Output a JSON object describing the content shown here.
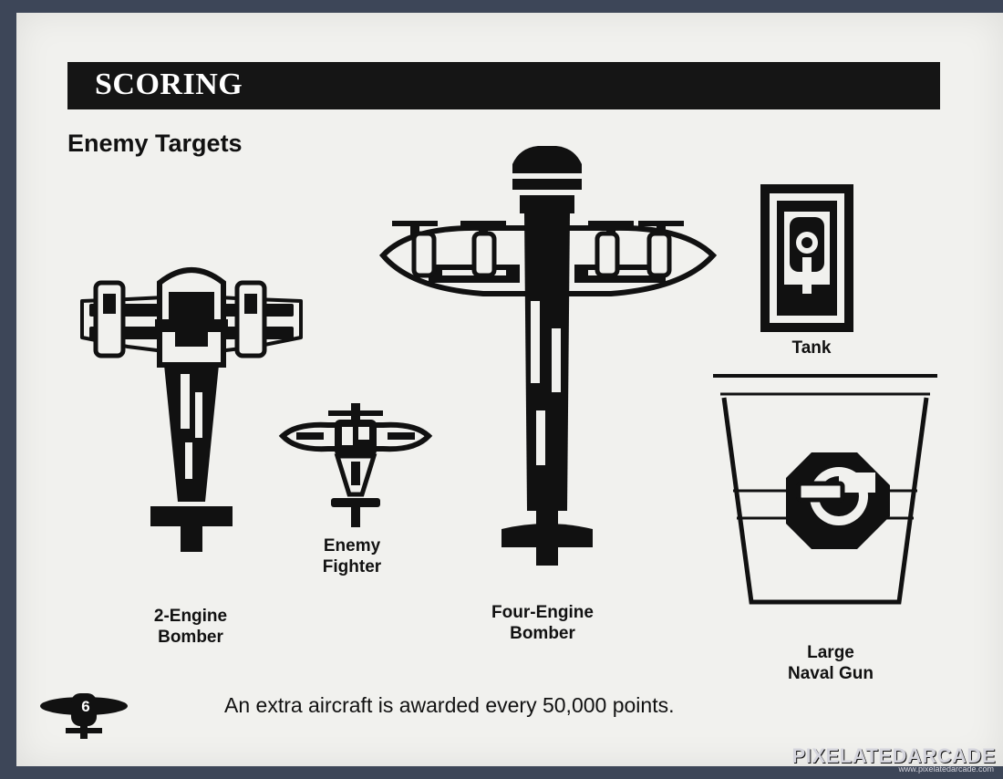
{
  "header": {
    "title": "SCORING"
  },
  "section": {
    "title": "Enemy Targets"
  },
  "targets": [
    {
      "id": "two-engine-bomber",
      "line1": "2-Engine",
      "line2": "Bomber"
    },
    {
      "id": "enemy-fighter",
      "line1": "Enemy",
      "line2": "Fighter"
    },
    {
      "id": "four-engine-bomber",
      "line1": "Four-Engine",
      "line2": "Bomber"
    },
    {
      "id": "tank",
      "line1": "Tank",
      "line2": ""
    },
    {
      "id": "large-naval-gun",
      "line1": "Large",
      "line2": "Naval Gun"
    }
  ],
  "footer": {
    "page_number": "6",
    "note": "An extra aircraft is awarded every 50,000 points."
  },
  "watermark": {
    "brand": "PIXELATEDARCADE",
    "url": "www.pixelatedarcade.com"
  },
  "colors": {
    "ink": "#111111",
    "paper": "#f1f1ee",
    "header_bg": "#151515",
    "frame": "#3d4658"
  },
  "icons": [
    "two-engine-bomber-icon",
    "enemy-fighter-icon",
    "four-engine-bomber-icon",
    "tank-icon",
    "naval-gun-icon",
    "page-plane-icon"
  ]
}
